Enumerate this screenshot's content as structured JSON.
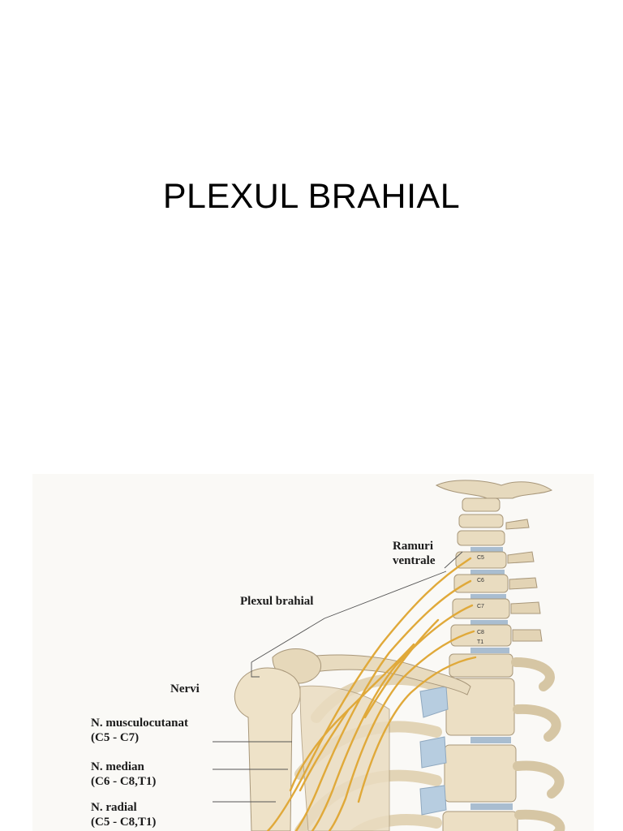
{
  "page": {
    "title": "PLEXUL BRAHIAL"
  },
  "figure": {
    "labels": {
      "ventral_rami": [
        "Ramuri",
        "ventrale"
      ],
      "plexus": "Plexul brahial",
      "nerves_heading": "Nervi",
      "musculocutaneous": [
        "N. musculocutanat",
        "(C5 - C7)"
      ],
      "median": [
        "N. median",
        "(C6 - C8,T1)"
      ],
      "radial": [
        "N. radial",
        "(C5 - C8,T1)"
      ]
    },
    "vertebra_labels": [
      "C5",
      "C6",
      "C7",
      "C8",
      "T1"
    ]
  }
}
